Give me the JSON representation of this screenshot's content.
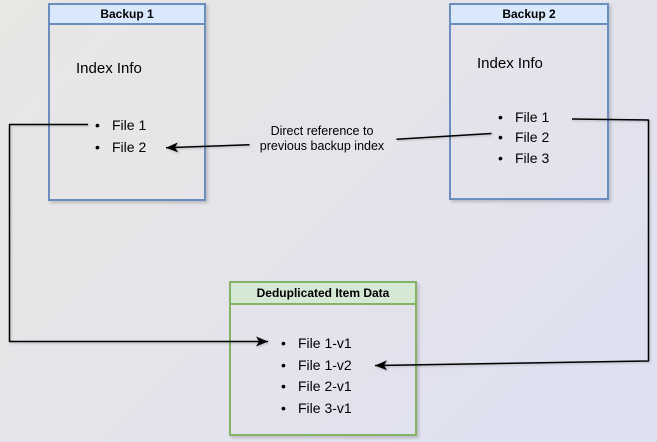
{
  "diagram": {
    "bullet": "•",
    "backup1": {
      "title": "Backup 1",
      "index_label": "Index Info",
      "files": [
        "File 1",
        "File 2"
      ]
    },
    "backup2": {
      "title": "Backup 2",
      "index_label": "Index Info",
      "files": [
        "File 1",
        "File 2",
        "File 3"
      ]
    },
    "dedup": {
      "title": "Deduplicated Item Data",
      "files": [
        "File 1-v1",
        "File 1-v2",
        "File 2-v1",
        "File 3-v1"
      ]
    },
    "reference_label": {
      "line1": "Direct reference to",
      "line2": "previous backup index"
    },
    "colors": {
      "blue_header_fill": "#dae8fc",
      "blue_border": "#6c8ebf",
      "green_header_fill": "#d5e8d4",
      "green_border": "#82b366",
      "arrow": "#000000",
      "text": "#000000"
    }
  }
}
